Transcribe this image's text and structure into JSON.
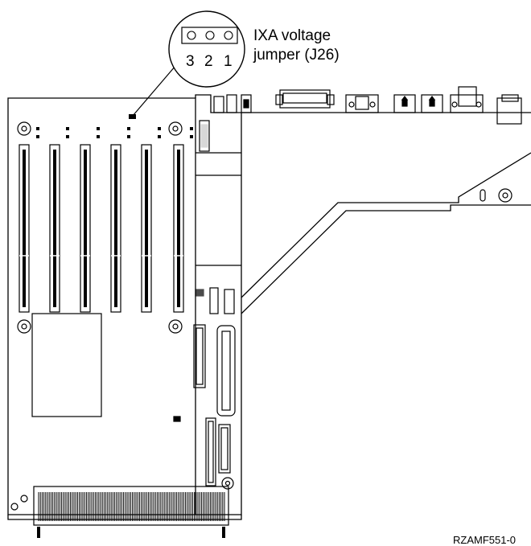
{
  "callout": {
    "title_line1": "IXA voltage",
    "title_line2": "jumper (J26)",
    "pins": [
      "3",
      "2",
      "1"
    ]
  },
  "figure_id": "RZAMF551-0",
  "board": {
    "pci_slot_count": 6
  }
}
